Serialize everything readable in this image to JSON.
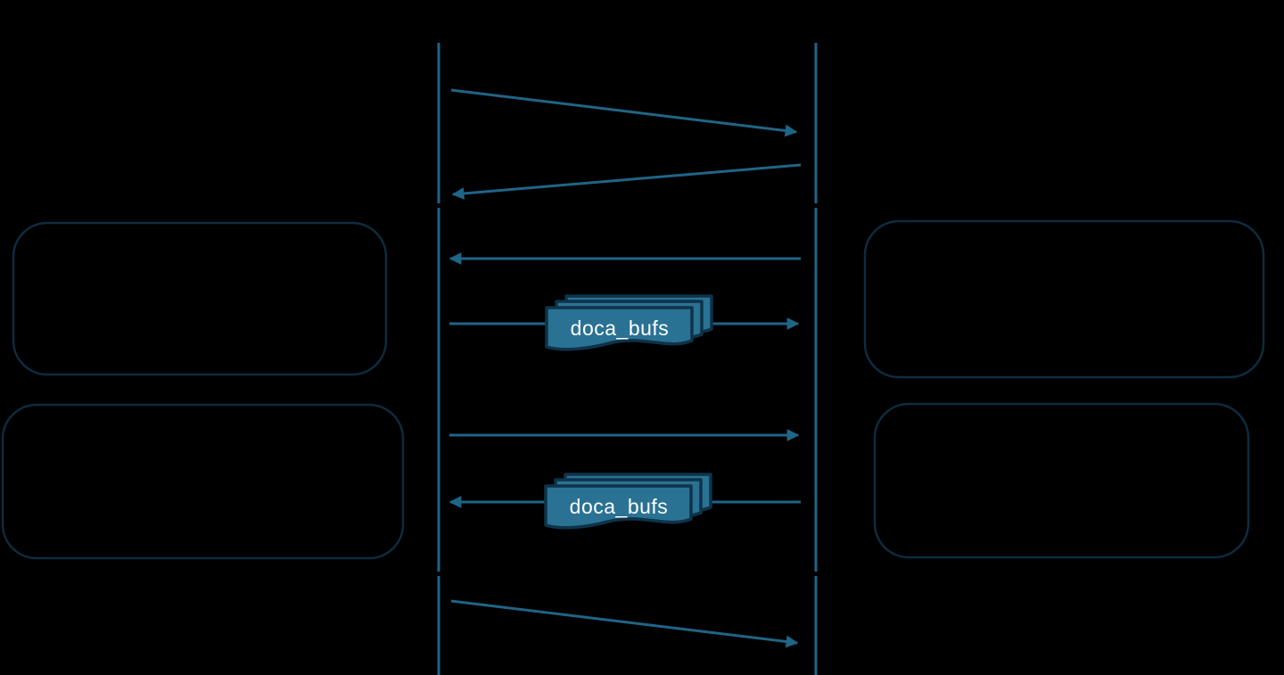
{
  "diagram": {
    "type": "sequence-diagram",
    "background": "#000000",
    "colors": {
      "line": "#1F6586",
      "box-border": "#0D2C40",
      "doca-fill": "#2A7294",
      "doca-border": "#0E3349",
      "doca-text": "#FFFFFF"
    },
    "doca_stacks": [
      {
        "label": "doca_bufs"
      },
      {
        "label": "doca_bufs"
      }
    ]
  }
}
